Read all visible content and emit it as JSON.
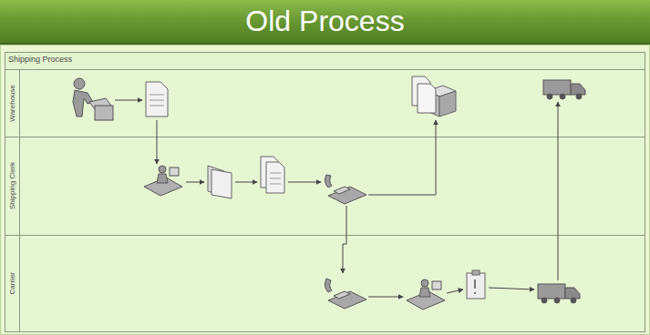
{
  "diagram": {
    "title": "Old Process",
    "nodes": [
      {
        "text": [
          "Shipping Process"
        ]
      },
      {
        "text": [
          "Warehouse"
        ],
        "in": 0
      },
      {
        "text": [
          "Shipping Clerk"
        ],
        "in": 0
      },
      {
        "text": [
          "Carrier"
        ],
        "in": 0
      }
    ]
  }
}
